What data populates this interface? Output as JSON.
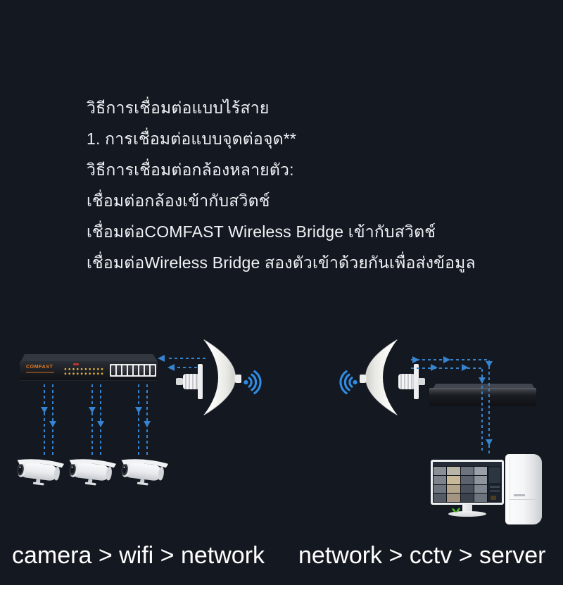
{
  "colors": {
    "background": "#141820",
    "footer": "#ffffff",
    "arrow_blue": "#3684cf",
    "wifi_blue": "#2f8ce4",
    "brand_orange": "#e87c20"
  },
  "intro": {
    "lines": [
      "วิธีการเชื่อมต่อแบบไร้สาย",
      "1. การเชื่อมต่อแบบจุดต่อจุด**",
      "วิธีการเชื่อมต่อกล้องหลายตัว:",
      "เชื่อมต่อกล้องเข้ากับสวิตช์",
      "เชื่อมต่อCOMFAST Wireless Bridge เข้ากับสวิตช์",
      "เชื่อมต่อWireless Bridge สองตัวเข้าด้วยกันเพื่อส่งข้อมูล"
    ]
  },
  "flow_labels": {
    "left": "camera > wifi > network",
    "right": "network > cctv > server"
  },
  "devices": {
    "switch": {
      "brand": "COMFAST",
      "port_count": 8
    },
    "cameras": {
      "count": 3
    },
    "bridges": {
      "count": 2
    },
    "monitor": {
      "tile_colors": [
        "#8a8f96",
        "#b9b4a8",
        "#6e747d",
        "#9aa0a8",
        "#7d828b",
        "#c8b89a",
        "#5d636e",
        "#8d949c",
        "#6f757e",
        "#b3a58c",
        "#4a505c",
        "#7f868f",
        "#565c66",
        "#a39581",
        "#3c424e",
        "#6e747d"
      ]
    }
  }
}
